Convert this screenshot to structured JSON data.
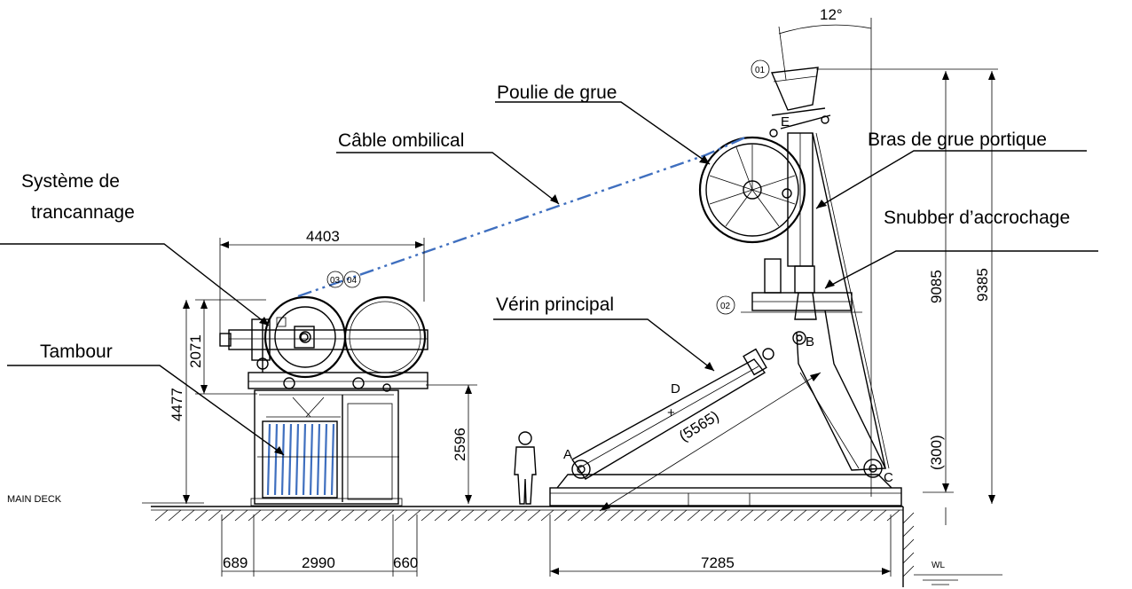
{
  "labels": {
    "poulie": "Poulie de grue",
    "cable": "Câble ombilical",
    "trancannage_l1": "Système de",
    "trancannage_l2": "trancannage",
    "bras": "Bras de grue portique",
    "snubber": "Snubber d’accrochage",
    "verin": "Vérin principal",
    "tambour": "Tambour"
  },
  "dimensions": {
    "d4403": "4403",
    "d2071": "2071",
    "d4477": "4477",
    "d2596": "2596",
    "d689": "689",
    "d2990": "2990",
    "d660": "660",
    "d7285": "7285",
    "d9085": "9085",
    "d9385": "9385",
    "d300": "(300)",
    "d5565": "(5565)",
    "angle": "12°"
  },
  "markers": {
    "m01": "01",
    "m02": "02",
    "m03": "03",
    "m04": "04"
  },
  "points": {
    "A": "A",
    "B": "B",
    "C": "C",
    "D": "D",
    "E": "E"
  },
  "misc": {
    "main_deck": "MAIN DECK",
    "wl": "WL"
  },
  "colors": {
    "cable": "#3f6fbf",
    "ink": "#000000"
  }
}
